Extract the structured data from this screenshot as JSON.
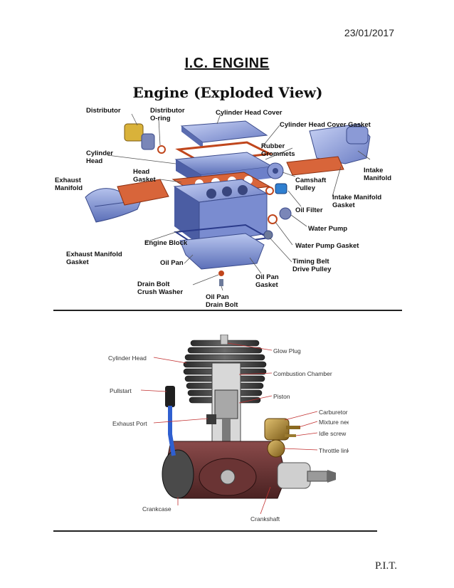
{
  "header": {
    "date": "23/01/2017",
    "title": "I.C. ENGINE"
  },
  "figure1": {
    "title": "Engine (Exploded View)",
    "labels": {
      "distributor": "Distributor",
      "distributor_oring": "Distributor\nO-ring",
      "cylinder_head_cover": "Cylinder Head Cover",
      "cylinder_head_cover_gasket": "Cylinder Head Cover Gasket",
      "cylinder_head": "Cylinder\nHead",
      "rubber_grommets": "Rubber\nGrommets",
      "head_gasket": "Head\nGasket",
      "intake_manifold": "Intake\nManifold",
      "camshaft_pulley": "Camshaft\nPulley",
      "exhaust_manifold": "Exhaust\nManifold",
      "intake_manifold_gasket": "Intake Manifold\nGasket",
      "oil_filter": "Oil Filter",
      "water_pump": "Water Pump",
      "engine_block": "Engine Block",
      "water_pump_gasket": "Water Pump Gasket",
      "exhaust_manifold_gasket": "Exhaust Manifold\nGasket",
      "oil_pan": "Oil Pan",
      "timing_belt_drive_pulley": "Timing Belt\nDrive Pulley",
      "drain_bolt_crush_washer": "Drain Bolt\nCrush Washer",
      "oil_pan_gasket": "Oil Pan\nGasket",
      "oil_pan_drain_bolt": "Oil Pan\nDrain Bolt"
    }
  },
  "figure2": {
    "labels": {
      "cylinder_head": "Cylinder Head",
      "glow_plug": "Glow Plug",
      "combustion_chamber": "Combustion Chamber",
      "pullstart": "Pullstart",
      "piston": "Piston",
      "carburetor": "Carburetor",
      "exhaust_port": "Exhaust Port",
      "mixture_needle": "Mixture needle",
      "idle_screw": "Idle screw",
      "throttle_linkage": "Throttle linkage",
      "crankcase": "Crankcase",
      "crankshaft": "Crankshaft"
    }
  },
  "footer": {
    "text": "P.I.T."
  }
}
